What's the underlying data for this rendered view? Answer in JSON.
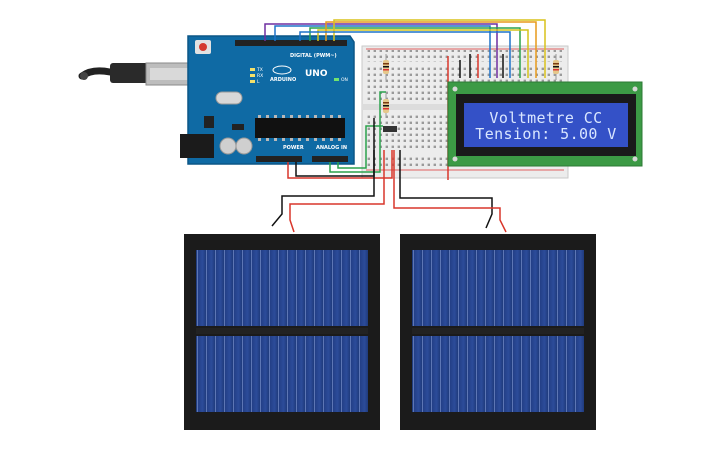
{
  "arduino": {
    "logo": "ARDUINO",
    "model": "UNO",
    "digital_header_label": "DIGITAL (PWM~)",
    "power_label": "POWER",
    "analog_label": "ANALOG IN",
    "led_labels": [
      "TX",
      "RX",
      "L",
      "ON"
    ],
    "body_color": "#0f6aa4"
  },
  "lcd": {
    "line1": "Voltmetre CC",
    "line2": "Tension: 5.00  V",
    "backlight_color": "#3451c7",
    "pcb_color": "#3c9a45"
  },
  "wires": {
    "colors": [
      "#6f2fa0",
      "#1f73c9",
      "#2ba24c",
      "#d4c31c",
      "#e79a1b",
      "#d9362b",
      "#111111"
    ]
  },
  "solar_panels": {
    "count": 2,
    "cell_color": "#1f3a78"
  }
}
